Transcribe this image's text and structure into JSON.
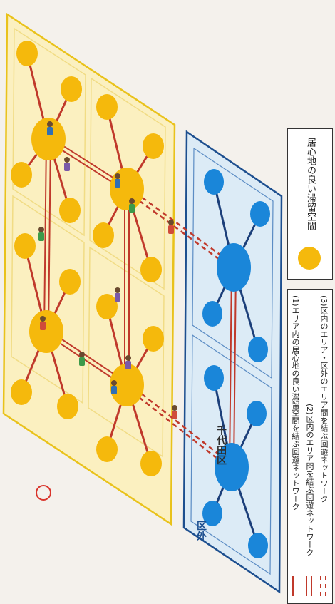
{
  "labels": {
    "chiyoda": "千代田区",
    "outside": "区外"
  },
  "legend": {
    "stay_space": "居心地の良い滞留空間",
    "items": [
      {
        "label": "(1)エリア内の居心地の良い滞留空間を結ぶ回遊ネットワーク",
        "style": "solid"
      },
      {
        "label": "(2)区内のエリア間を結ぶ回遊ネットワーク",
        "style": "double"
      },
      {
        "label": "(3)区内のエリア・区外のエリア間を結ぶ回遊ネットワーク",
        "style": "dashed"
      }
    ]
  },
  "colors": {
    "chiyoda_fill": "#fbf0c0",
    "chiyoda_border": "#e9c21b",
    "node_yellow": "#f5b90c",
    "outside_fill": "#dcebf6",
    "outside_border": "#1d4f8f",
    "node_blue": "#1a86d9",
    "link_red": "#c0392b"
  }
}
